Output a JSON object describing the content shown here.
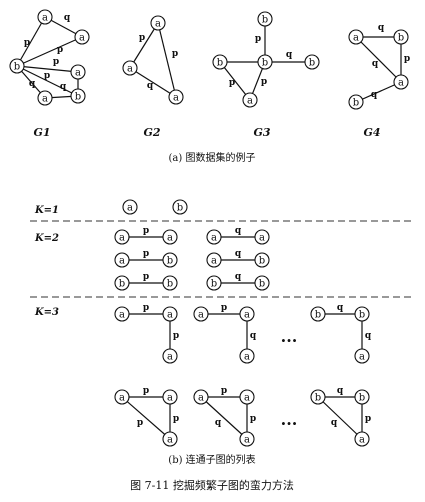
{
  "panel_a": {
    "graphs": [
      {
        "label": "G1",
        "nodes": [
          {
            "id": "a1",
            "label": "a"
          },
          {
            "id": "a2",
            "label": "a"
          },
          {
            "id": "b1",
            "label": "b"
          },
          {
            "id": "a3",
            "label": "a"
          },
          {
            "id": "b2",
            "label": "b"
          },
          {
            "id": "a4",
            "label": "a"
          }
        ],
        "edges": [
          {
            "from": "a1",
            "to": "a2",
            "label": "q"
          },
          {
            "from": "b1",
            "to": "a1",
            "label": "p"
          },
          {
            "from": "b1",
            "to": "a2",
            "label": "p"
          },
          {
            "from": "b1",
            "to": "a3",
            "label": "p"
          },
          {
            "from": "b1",
            "to": "b2",
            "label": "p"
          },
          {
            "from": "b1",
            "to": "a4",
            "label": "q"
          },
          {
            "from": "a4",
            "to": "b2",
            "label": "q"
          },
          {
            "from": "a3",
            "to": "b2",
            "label": ""
          }
        ]
      },
      {
        "label": "G2",
        "nodes": [
          {
            "id": "a1",
            "label": "a"
          },
          {
            "id": "a2",
            "label": "a"
          },
          {
            "id": "a3",
            "label": "a"
          }
        ],
        "edges": [
          {
            "from": "a1",
            "to": "a2",
            "label": "p"
          },
          {
            "from": "a1",
            "to": "a3",
            "label": "p"
          },
          {
            "from": "a2",
            "to": "a3",
            "label": "q"
          }
        ]
      },
      {
        "label": "G3",
        "nodes": [
          {
            "id": "b1",
            "label": "b"
          },
          {
            "id": "b2",
            "label": "b"
          },
          {
            "id": "bc",
            "label": "b"
          },
          {
            "id": "b3",
            "label": "b"
          },
          {
            "id": "a1",
            "label": "a"
          }
        ],
        "edges": [
          {
            "from": "b1",
            "to": "bc",
            "label": "p"
          },
          {
            "from": "b2",
            "to": "bc",
            "label": ""
          },
          {
            "from": "bc",
            "to": "b3",
            "label": "q"
          },
          {
            "from": "b2",
            "to": "a1",
            "label": "p"
          },
          {
            "from": "bc",
            "to": "a1",
            "label": "p"
          }
        ]
      },
      {
        "label": "G4",
        "nodes": [
          {
            "id": "a1",
            "label": "a"
          },
          {
            "id": "b1",
            "label": "b"
          },
          {
            "id": "a2",
            "label": "a"
          },
          {
            "id": "b2",
            "label": "b"
          }
        ],
        "edges": [
          {
            "from": "a1",
            "to": "b1",
            "label": "q"
          },
          {
            "from": "a1",
            "to": "a2",
            "label": "q"
          },
          {
            "from": "b1",
            "to": "a2",
            "label": "p"
          },
          {
            "from": "a2",
            "to": "b2",
            "label": "q"
          }
        ]
      }
    ],
    "caption": "(a) 图数据集的例子"
  },
  "panel_b": {
    "k_labels": [
      "K=1",
      "K=2",
      "K=3"
    ],
    "k1": {
      "nodes": [
        "a",
        "b"
      ]
    },
    "k2": {
      "pairs": [
        {
          "left": "a",
          "right": "a",
          "label": "p"
        },
        {
          "left": "a",
          "right": "a",
          "label": "q"
        },
        {
          "left": "a",
          "right": "b",
          "label": "p"
        },
        {
          "left": "a",
          "right": "b",
          "label": "q"
        },
        {
          "left": "b",
          "right": "b",
          "label": "p"
        },
        {
          "left": "b",
          "right": "b",
          "label": "q"
        }
      ]
    },
    "k3": {
      "row1": [
        {
          "nodes": [
            "a",
            "a",
            "a"
          ],
          "labels": [
            "p",
            "p"
          ]
        },
        {
          "nodes": [
            "a",
            "a",
            "a"
          ],
          "labels": [
            "p",
            "q"
          ]
        },
        {
          "nodes": [
            "b",
            "b",
            "a"
          ],
          "labels": [
            "q",
            "q"
          ]
        }
      ],
      "row2": [
        {
          "nodes": [
            "a",
            "a",
            "a"
          ],
          "labels": [
            "p",
            "p",
            "p"
          ]
        },
        {
          "nodes": [
            "a",
            "a",
            "a"
          ],
          "labels": [
            "p",
            "p",
            "q"
          ]
        },
        {
          "nodes": [
            "b",
            "b",
            "a"
          ],
          "labels": [
            "q",
            "p",
            "q"
          ]
        }
      ],
      "ellipsis": "···"
    },
    "caption": "(b) 连通子图的列表"
  },
  "figure_caption": "图 7-11   挖掘频繁子图的蛮力方法"
}
